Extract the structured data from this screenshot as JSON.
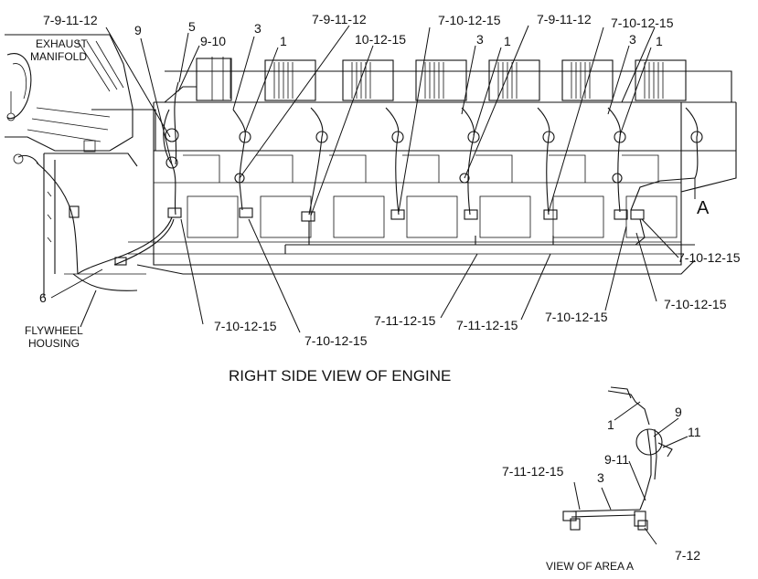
{
  "labels": {
    "l_7_9_11_12_a": "7-9-11-12",
    "l_9_a": "9",
    "l_5": "5",
    "l_9_10": "9-10",
    "l_3_a": "3",
    "l_1_a": "1",
    "l_7_9_11_12_b": "7-9-11-12",
    "l_10_12_15_a": "10-12-15",
    "l_7_10_12_15_a": "7-10-12-15",
    "l_3_b": "3",
    "l_1_b": "1",
    "l_7_9_11_12_c": "7-9-11-12",
    "l_7_10_12_15_b": "7-10-12-15",
    "l_3_c": "3",
    "l_1_c": "1",
    "l_exhaust": "EXHAUST",
    "l_manifold": "MANIFOLD",
    "l_a": "A",
    "l_7_10_12_15_c": "7-10-12-15",
    "l_7_10_12_15_d": "7-10-12-15",
    "l_6": "6",
    "l_flywheel": "FLYWHEEL",
    "l_housing": "HOUSING",
    "l_7_10_12_15_e": "7-10-12-15",
    "l_7_10_12_15_f": "7-10-12-15",
    "l_7_11_12_15_a": "7-11-12-15",
    "l_7_11_12_15_b": "7-11-12-15",
    "l_7_10_12_15_g": "7-10-12-15",
    "l_title": "RIGHT SIDE VIEW OF ENGINE",
    "l_9_b": "9",
    "l_1_d": "1",
    "l_11": "11",
    "l_9_11": "9-11",
    "l_7_11_12_15_c": "7-11-12-15",
    "l_3_d": "3",
    "l_7_12": "7-12",
    "l_view_a": "VIEW OF AREA A"
  }
}
